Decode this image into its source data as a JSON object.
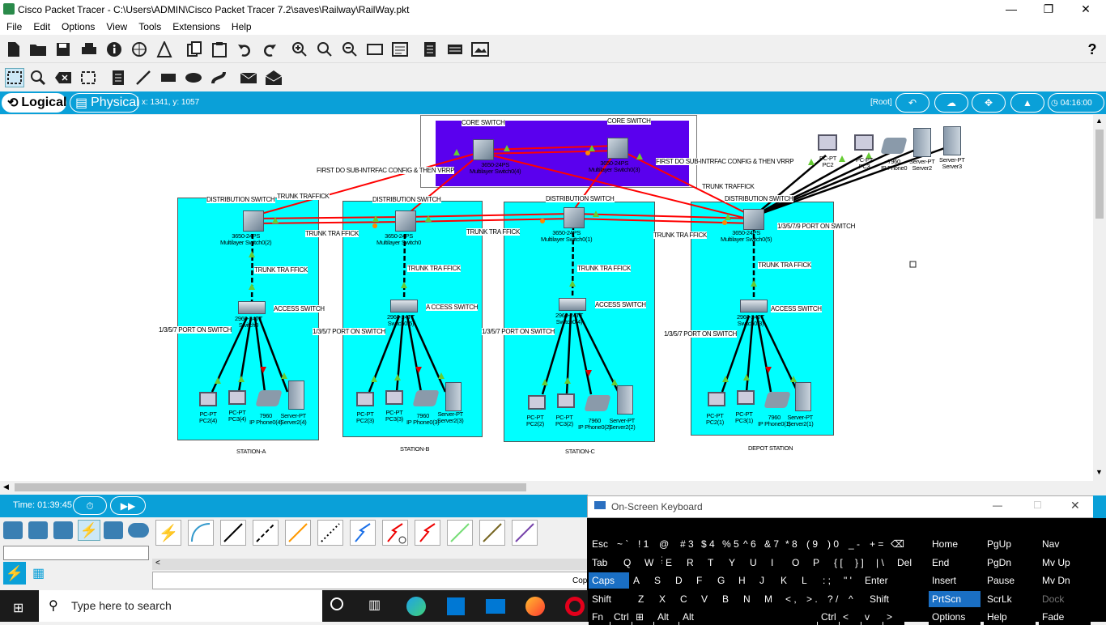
{
  "window": {
    "title": "Cisco Packet Tracer - C:\\Users\\ADMIN\\Cisco Packet Tracer 7.2\\saves\\Railway\\RailWay.pkt",
    "minimize": "—",
    "restore": "❐",
    "close": "✕"
  },
  "menu": [
    "File",
    "Edit",
    "Options",
    "View",
    "Tools",
    "Extensions",
    "Help"
  ],
  "help_icon": "?",
  "modebar": {
    "logical": "Logical",
    "physical": "Physical",
    "coords": "x: 1341, y: 1057",
    "root": "[Root]",
    "clock": "04:16:00"
  },
  "diagram": {
    "core_label_1": "CORE SWITCH",
    "core_label_2": "CORE SWITCH",
    "core_dev_1": [
      "3650-24PS",
      "Multilayer Switch0(4)"
    ],
    "core_dev_2": [
      "3650-24PS",
      "Multilayer Switch0(3)"
    ],
    "note_left": "FIRST DO SUB-INTRFAC CONFIG & THEN VRRP",
    "note_right": "FIRST DO SUB-INTRFAC CONFIG & THEN VRRP",
    "trunk": "TRUNK TRAFFICK",
    "trunk_b": "TRUNK TRA FFICK",
    "distribution": "DISTRIBUTION SWITCH",
    "access": "ACCESS SWITCH",
    "access_b": "A CCESS SWITCH",
    "port_1357": "1/3/5/7 PORT ON SWITCH",
    "port_13579": "1/3/5/7/9 PORT ON SWITCH",
    "stations": [
      {
        "name": "STATION-A",
        "dist": [
          "3650-24PS",
          "Multilayer Switch0(2)"
        ],
        "acc": [
          "2960-24TT",
          "Switch0"
        ],
        "pc1": [
          "PC-PT",
          "PC2(4)"
        ],
        "pc2": [
          "PC-PT",
          "PC3(4)"
        ],
        "phone": [
          "7960",
          "IP Phone0(4)"
        ],
        "srv": [
          "Server-PT",
          "Server2(4)"
        ]
      },
      {
        "name": "STATION-B",
        "dist": [
          "3650-24PS",
          "Multilayer Switch0"
        ],
        "acc": [
          "2960-24TT",
          "Switch0(5)"
        ],
        "pc1": [
          "PC-PT",
          "PC2(3)"
        ],
        "pc2": [
          "PC-PT",
          "PC3(3)"
        ],
        "phone": [
          "7960",
          "IP Phone0(3)"
        ],
        "srv": [
          "Server-PT",
          "Server2(3)"
        ]
      },
      {
        "name": "STATION-C",
        "dist": [
          "3650-24PS",
          "Multilayer Switch0(1)"
        ],
        "acc": [
          "2960-24TT",
          "Switch0(4)"
        ],
        "pc1": [
          "PC-PT",
          "PC2(2)"
        ],
        "pc2": [
          "PC-PT",
          "PC3(2)"
        ],
        "phone": [
          "7960",
          "IP Phone0(2)"
        ],
        "srv": [
          "Server-PT",
          "Server2(2)"
        ]
      },
      {
        "name": "DEPOT STATION",
        "dist": [
          "3650-24PS",
          "Multilayer Switch0(5)"
        ],
        "acc": [
          "2960-24TT",
          "Switch0(3)"
        ],
        "pc1": [
          "PC-PT",
          "PC2(1)"
        ],
        "pc2": [
          "PC-PT",
          "PC3(1)"
        ],
        "phone": [
          "7960",
          "IP Phone0(1)"
        ],
        "srv": [
          "Server-PT",
          "Server2(1)"
        ]
      }
    ],
    "top_devices": [
      {
        "type": "PC-PT",
        "name": "PC2"
      },
      {
        "type": "PC-PT",
        "name": "PC3"
      },
      {
        "type": "7960",
        "name": "IP Phone0"
      },
      {
        "type": "Server-PT",
        "name": "Server2"
      },
      {
        "type": "Server-PT",
        "name": "Server3"
      }
    ]
  },
  "bottom": {
    "time": "Time: 01:39:45",
    "copy": "Cop"
  },
  "osk": {
    "title": "On-Screen Keyboard",
    "rows": [
      [
        "Esc",
        "~ `",
        "! 1",
        "@ 2",
        "# 3",
        "$ 4",
        "% 5",
        "^ 6",
        "& 7",
        "* 8",
        "( 9",
        ") 0",
        "_ -",
        "+ =",
        "⌫"
      ],
      [
        "Tab",
        "Q",
        "W",
        "E",
        "R",
        "T",
        "Y",
        "U",
        "I",
        "O",
        "P",
        "{ [",
        "} ]",
        "| \\",
        "Del"
      ],
      [
        "Caps",
        "A",
        "S",
        "D",
        "F",
        "G",
        "H",
        "J",
        "K",
        "L",
        ": ;",
        "\" '",
        "Enter"
      ],
      [
        "Shift",
        "Z",
        "X",
        "C",
        "V",
        "B",
        "N",
        "M",
        "< ,",
        "> .",
        "? /",
        "^",
        "Shift"
      ],
      [
        "Fn",
        "Ctrl",
        "⊞",
        "Alt",
        "Alt",
        "Ctrl",
        "<",
        "v",
        ">"
      ]
    ],
    "side": [
      [
        "Home",
        "PgUp",
        "Nav"
      ],
      [
        "End",
        "PgDn",
        "Mv Up"
      ],
      [
        "Insert",
        "Pause",
        "Mv Dn"
      ],
      [
        "PrtScn",
        "ScrLk",
        "Dock"
      ],
      [
        "Options",
        "Help",
        "Fade"
      ]
    ]
  },
  "taskbar": {
    "search_placeholder": "Type here to search"
  },
  "colors": {
    "accent": "#0aa0d8",
    "core_box": "#5a00ee",
    "station_box": "#00ffff",
    "link_red": "#ff0000"
  }
}
